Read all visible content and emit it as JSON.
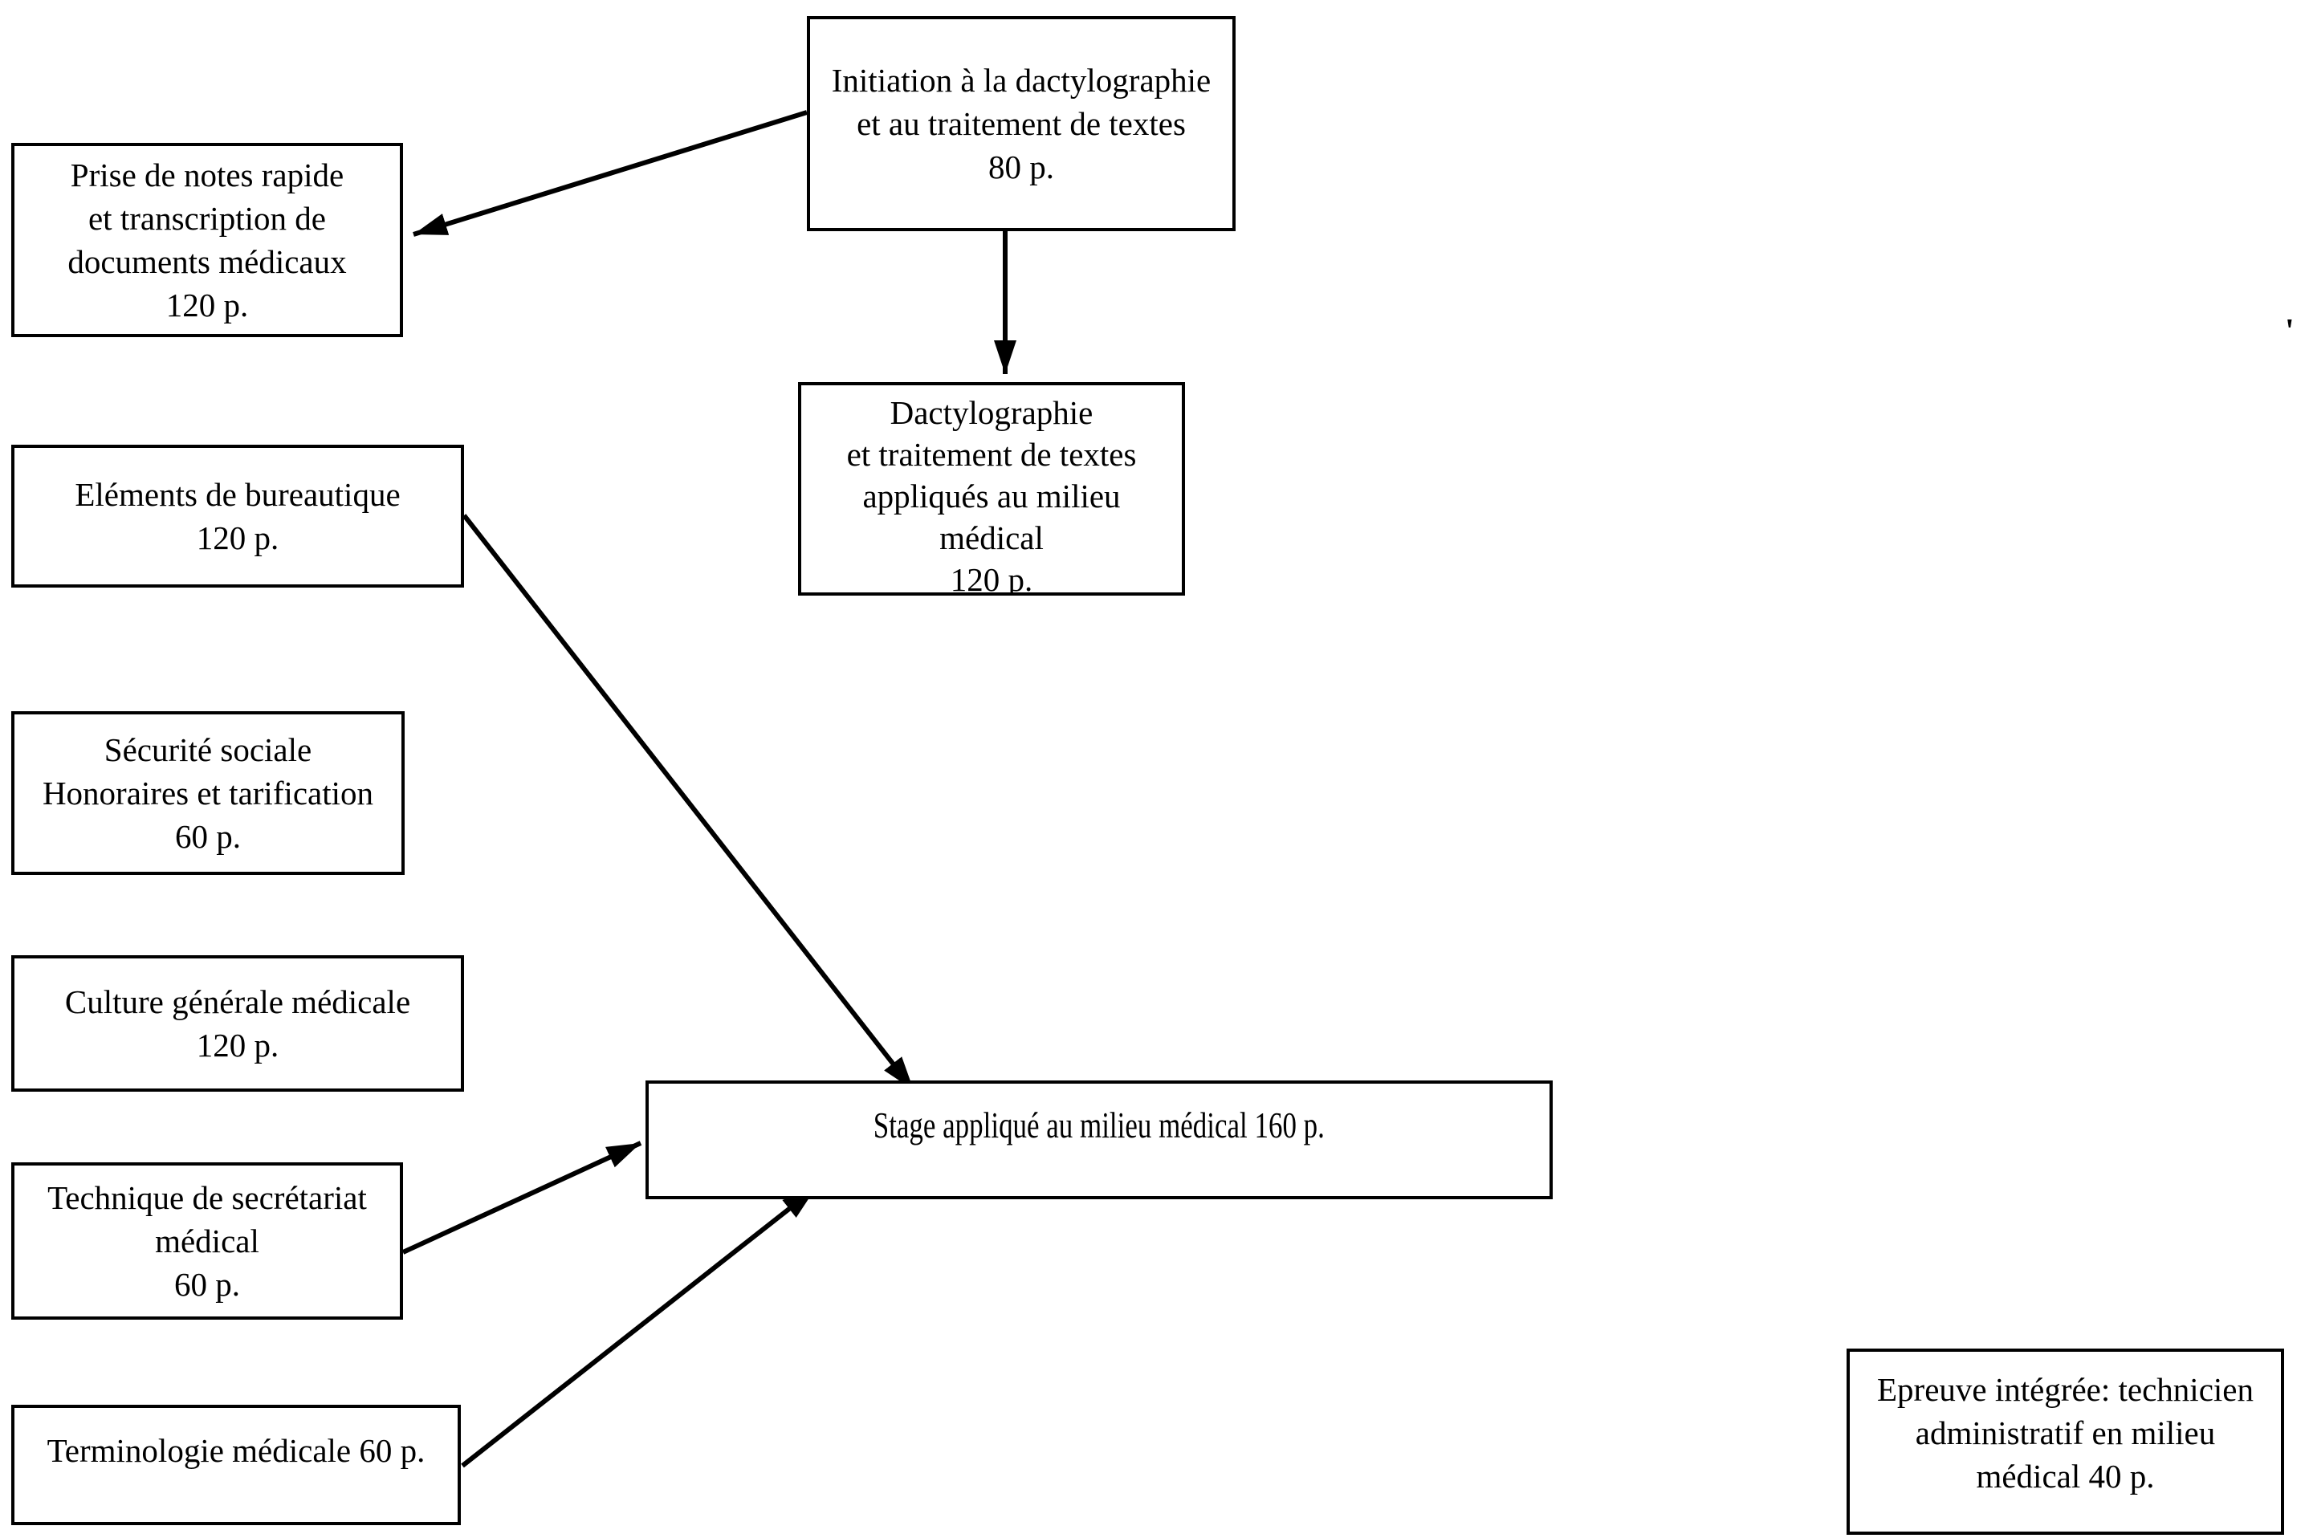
{
  "diagram": {
    "boxes": {
      "initiation": {
        "text": "Initiation à la dactylographie\net au traitement de textes\n80 p."
      },
      "prise_de_notes": {
        "text": "Prise de notes rapide\net transcription de\ndocuments médicaux\n120 p."
      },
      "dactylographie": {
        "text": "Dactylographie\net traitement de textes\nappliqués au milieu\nmédical\n120 p."
      },
      "elements_bureautique": {
        "text": "Eléments de bureautique\n120 p."
      },
      "securite_sociale": {
        "text": "Sécurité sociale\nHonoraires et tarification\n60 p."
      },
      "culture_generale": {
        "text": "Culture générale médicale\n120 p."
      },
      "stage": {
        "text": "Stage appliqué au milieu médical 160 p."
      },
      "technique_secretariat": {
        "text": "Technique de secrétariat\nmédical\n60 p."
      },
      "terminologie": {
        "text": "Terminologie médicale 60 p."
      },
      "epreuve_integree": {
        "text": "Epreuve intégrée: technicien\nadministratif en milieu\nmédical 40 p."
      }
    },
    "edges": [
      {
        "from": "initiation",
        "to": "prise_de_notes"
      },
      {
        "from": "initiation",
        "to": "dactylographie"
      },
      {
        "from": "elements_bureautique",
        "to": "stage"
      },
      {
        "from": "technique_secretariat",
        "to": "stage"
      },
      {
        "from": "terminologie",
        "to": "stage"
      }
    ],
    "stray_mark": "'",
    "colors": {
      "line": "#000000",
      "text": "#000000",
      "background": "#ffffff"
    }
  }
}
